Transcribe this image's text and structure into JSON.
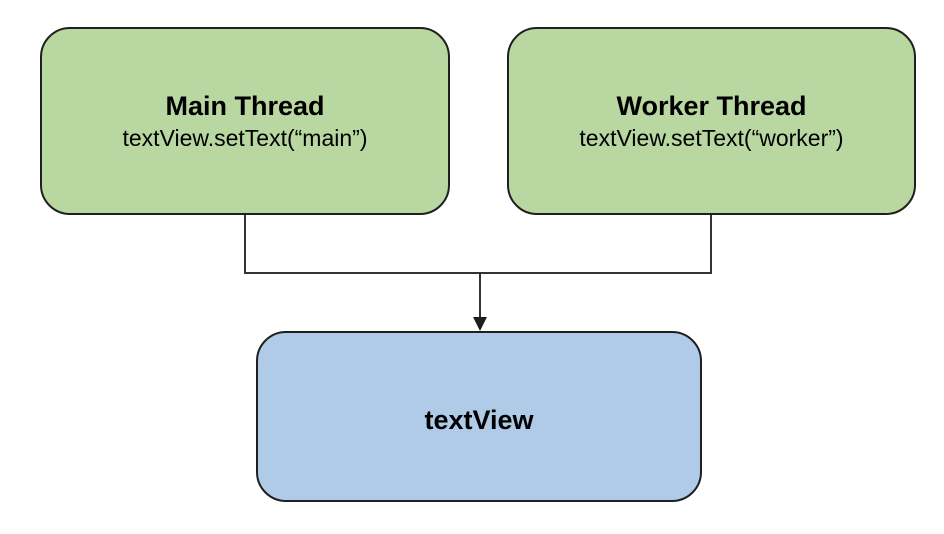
{
  "diagram": {
    "nodes": {
      "main_thread": {
        "title": "Main Thread",
        "code": "textView.setText(“main”)",
        "fill": "#b9d7a0"
      },
      "worker_thread": {
        "title": "Worker Thread",
        "code": "textView.setText(“worker”)",
        "fill": "#b9d7a0"
      },
      "text_view": {
        "title": "textView",
        "fill": "#afcbe8"
      }
    },
    "edges": [
      {
        "from": "main_thread",
        "to": "text_view"
      },
      {
        "from": "worker_thread",
        "to": "text_view"
      }
    ],
    "stroke_color": "#1f1f1f"
  }
}
